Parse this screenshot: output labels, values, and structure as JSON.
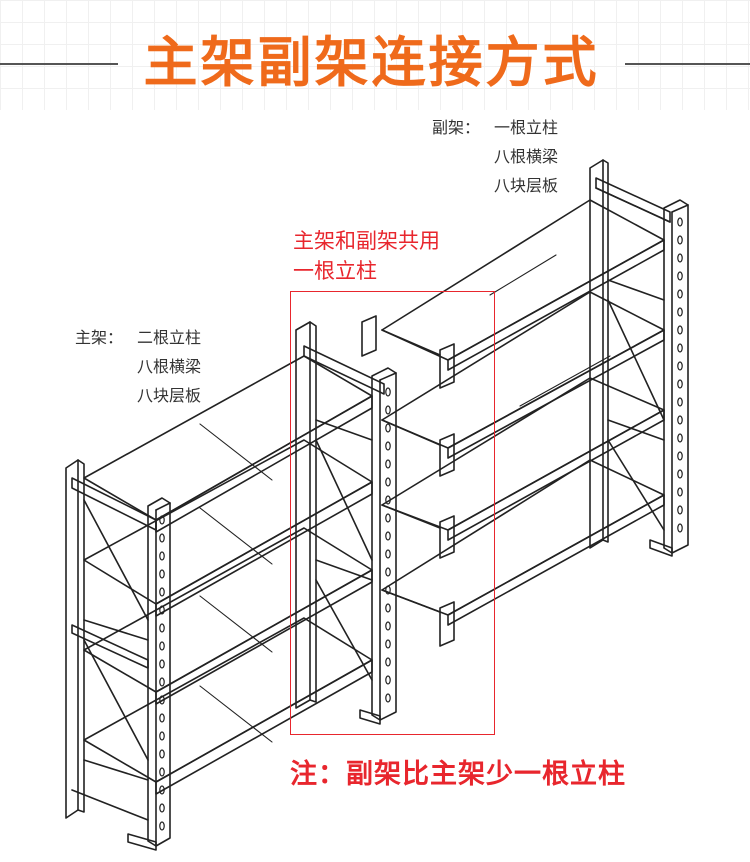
{
  "title": "主架副架连接方式",
  "colors": {
    "accent": "#ef6a1b",
    "note": "#e8262d",
    "line": "#222222"
  },
  "sub_frame": {
    "label": "副架：",
    "items": [
      "一根立柱",
      "八根横梁",
      "八块层板"
    ]
  },
  "main_frame": {
    "label": "主架：",
    "items": [
      "二根立柱",
      "八根横梁",
      "八块层板"
    ]
  },
  "shared_note": {
    "line1": "主架和副架共用",
    "line2": "一根立柱"
  },
  "bottom_note": "注：副架比主架少一根立柱"
}
